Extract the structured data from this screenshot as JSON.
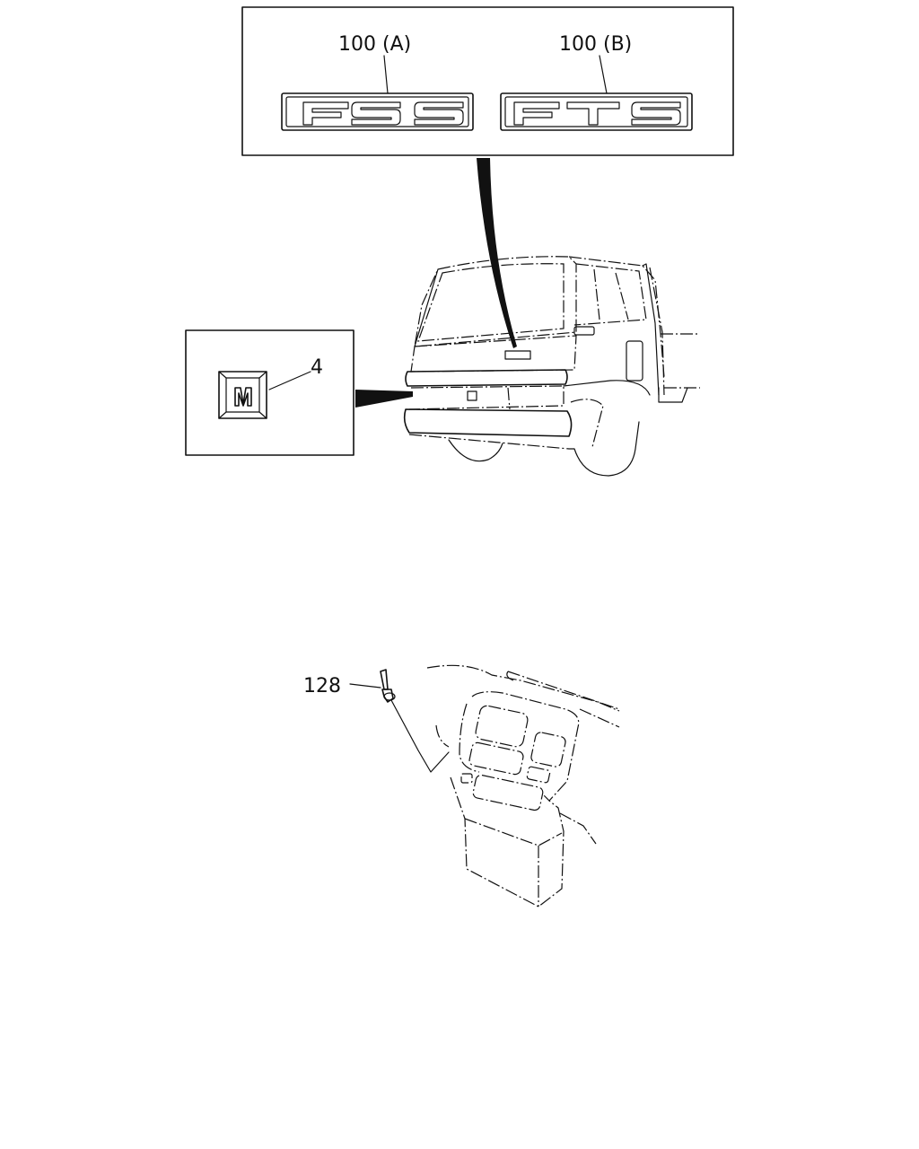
{
  "callouts": {
    "emblem_fss": "100 (A)",
    "emblem_fts": "100 (B)",
    "front_emblem": "4",
    "clip": "128"
  },
  "emblems": {
    "fss_text": "FSS",
    "fts_text": "FTS"
  },
  "colors": {
    "ink": "#111111",
    "paper": "#ffffff"
  }
}
